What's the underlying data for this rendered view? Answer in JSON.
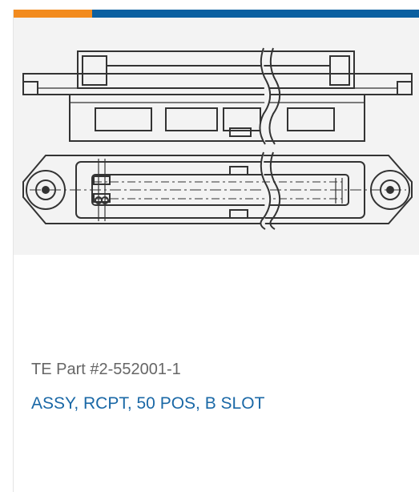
{
  "colors": {
    "accent_orange": "#f28b1e",
    "accent_blue": "#0a5fa0",
    "link_blue": "#1a68a6",
    "part_gray": "#666666",
    "image_bg": "#f3f3f3"
  },
  "product": {
    "image_icon": "connector-line-drawing",
    "part_number": "TE Part #2-552001-1",
    "title": "ASSY, RCPT, 50 POS, B SLOT"
  }
}
